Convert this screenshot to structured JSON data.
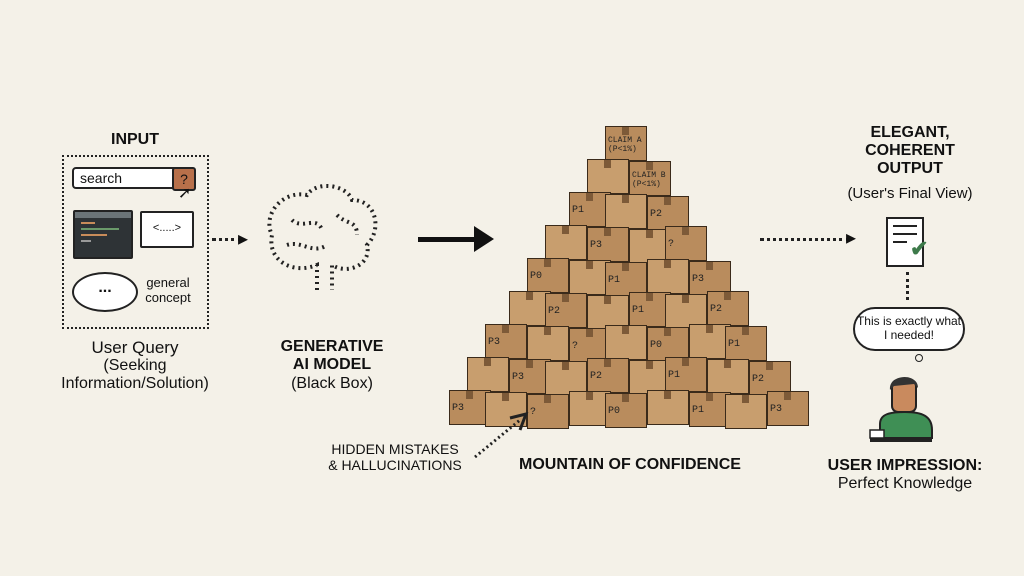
{
  "input": {
    "title": "INPUT",
    "search_text": "search",
    "search_icon": "?",
    "bubble_text": "<.....>",
    "cloud_text": "...",
    "concept_label": "general\nconcept",
    "caption_title": "User Query",
    "caption_sub": "(Seeking\nInformation/Solution)"
  },
  "model": {
    "title": "GENERATIVE\nAI MODEL",
    "sub": "(Black Box)"
  },
  "mountain": {
    "title": "MOUNTAIN OF CONFIDENCE",
    "claim_a": "CLAIM A (P<1%)",
    "claim_b": "CLAIM B (P<1%)",
    "box_labels": [
      "P1",
      "P2",
      "P3",
      "?",
      "P0",
      "P1",
      "P3",
      "P2"
    ],
    "hidden_label": "HIDDEN MISTAKES\n& HALLUCINATIONS"
  },
  "output": {
    "title": "ELEGANT,\nCOHERENT\nOUTPUT",
    "sub": "(User's Final View)",
    "thought": "This is exactly what I needed!",
    "impression_title": "USER IMPRESSION:",
    "impression_sub": "Perfect Knowledge"
  },
  "colors": {
    "box": "#c49a6a",
    "check": "#3d7a4a",
    "shirt": "#3f8f55",
    "skin": "#c98a5e"
  }
}
